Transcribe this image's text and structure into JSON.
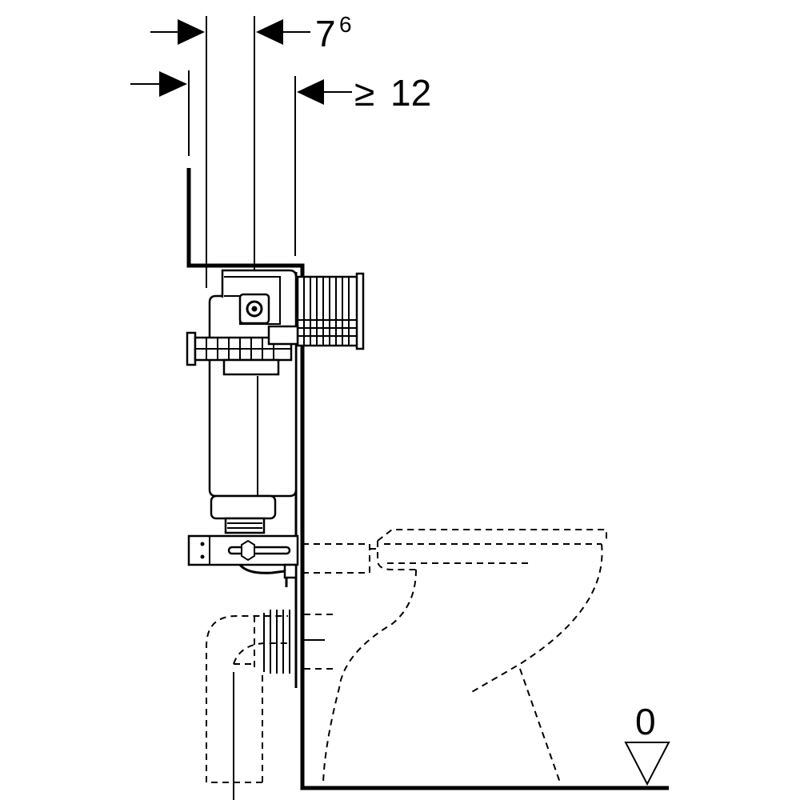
{
  "dimensions": {
    "top": {
      "value": "7",
      "superscript": "6"
    },
    "second": {
      "symbol": "≥",
      "value": "12"
    }
  },
  "floor_level": {
    "label": "0"
  },
  "stroke_color": "#000000",
  "background_color": "#ffffff"
}
